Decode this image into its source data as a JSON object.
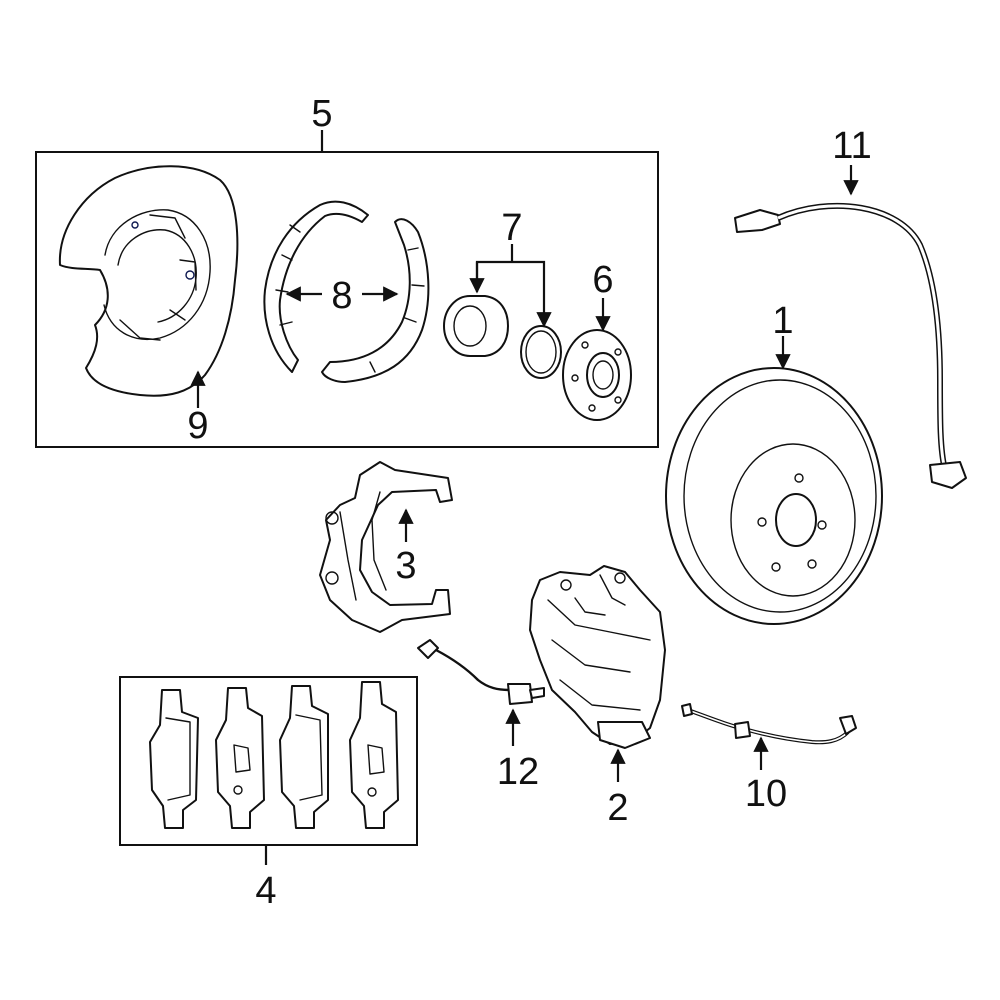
{
  "colors": {
    "highlight": "#2746C8",
    "highlight_dark": "#1A2C8E",
    "line": "#111111",
    "background": "#ffffff"
  },
  "callouts": {
    "rotor": "1",
    "caliper": "2",
    "caliper_bracket": "3",
    "brake_pad_set": "4",
    "parking_brake_kit": "5",
    "hub": "6",
    "bearing_kit": "7",
    "parking_brake_shoes": "8",
    "splash_shield": "9",
    "rear_wear_sensor": "10",
    "abs_sensor": "11",
    "front_wear_sensor": "12"
  }
}
